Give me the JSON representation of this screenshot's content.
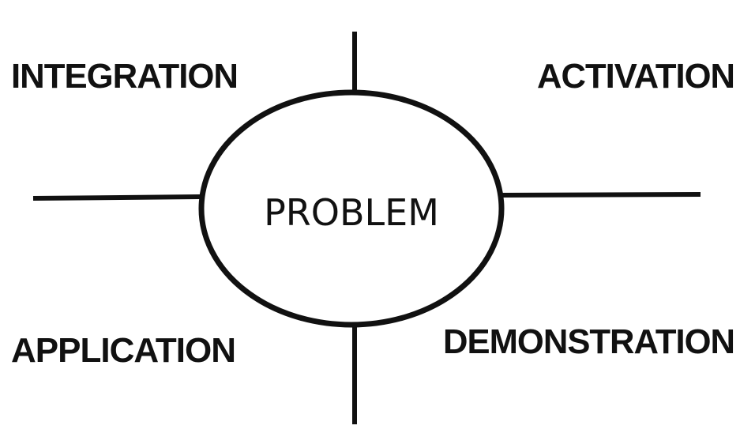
{
  "diagram": {
    "center_label": "PROBLEM",
    "quadrants": {
      "top_left": "INTEGRATION",
      "top_right": "ACTIVATION",
      "bottom_left": "APPLICATION",
      "bottom_right": "DEMONSTRATION"
    },
    "colors": {
      "stroke": "#111111",
      "background": "#ffffff"
    }
  }
}
